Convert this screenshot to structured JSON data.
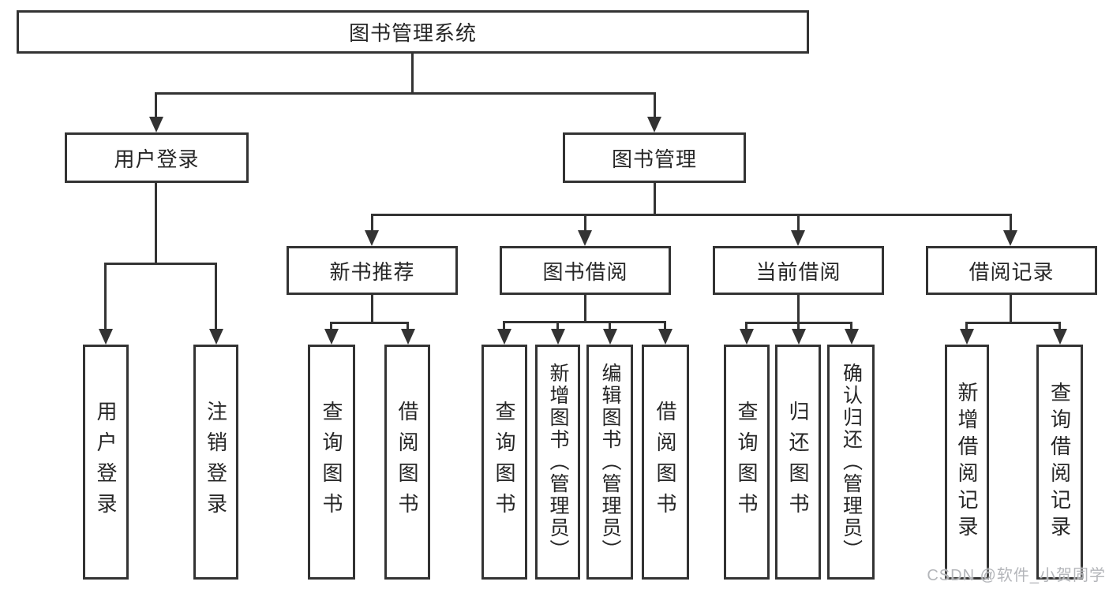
{
  "diagram": {
    "root": {
      "label": "图书管理系统"
    },
    "level1": [
      {
        "label": "用户登录"
      },
      {
        "label": "图书管理"
      }
    ],
    "level2": [
      {
        "label": "新书推荐"
      },
      {
        "label": "图书借阅"
      },
      {
        "label": "当前借阅"
      },
      {
        "label": "借阅记录"
      }
    ],
    "leaves": {
      "user_login": [
        "用户登录",
        "注销登录"
      ],
      "new_book": [
        "查询图书",
        "借阅图书"
      ],
      "book_borrow": [
        "查询图书",
        "新增图书（管理员）",
        "编辑图书（管理员）",
        "借阅图书"
      ],
      "current_borrow": [
        "查询图书",
        "归还图书",
        "确认归还（管理员）"
      ],
      "borrow_record": [
        "新增借阅记录",
        "查询借阅记录"
      ]
    },
    "watermark": "CSDN @软件_小贺同学",
    "colors": {
      "line": "#333333",
      "text": "#262626",
      "background": "#ffffff",
      "watermark": "#b4b6ba"
    }
  }
}
